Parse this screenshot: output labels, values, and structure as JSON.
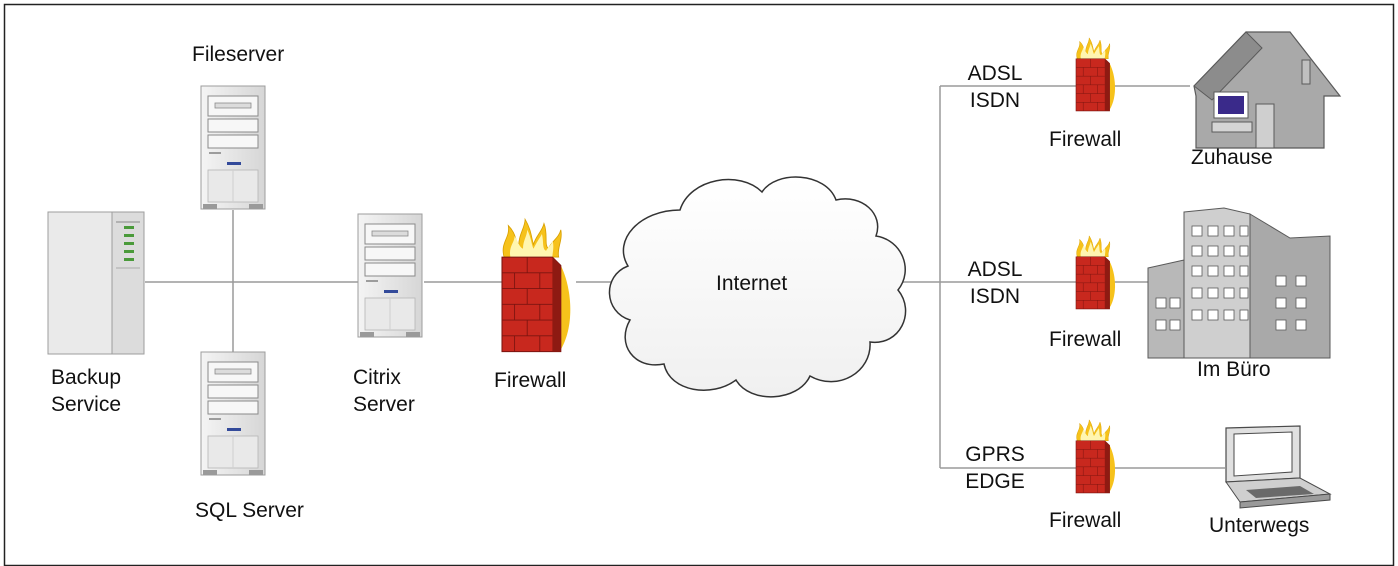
{
  "nodes": {
    "fileserver": "Fileserver",
    "backup_service": [
      "Backup",
      "Service"
    ],
    "sql_server": "SQL Server",
    "citrix_server": [
      "Citrix",
      "Server"
    ],
    "central_firewall": "Firewall",
    "internet": "Internet",
    "home": "Zuhause",
    "office": "Im Büro",
    "mobile": "Unterwegs"
  },
  "links": {
    "home": [
      "ADSL",
      "ISDN"
    ],
    "office": [
      "ADSL",
      "ISDN"
    ],
    "mobile": [
      "GPRS",
      "EDGE"
    ]
  },
  "remote_firewall_label": "Firewall",
  "colors": {
    "line": "#9a9a9a",
    "server_body": "#e6e6e6",
    "brick": "#c8281e",
    "flame_outer": "#f6c21b",
    "flame_inner": "#fff6b0",
    "building": "#b4b4b4",
    "window": "#ffffff",
    "screen": "#3a2a8a"
  }
}
